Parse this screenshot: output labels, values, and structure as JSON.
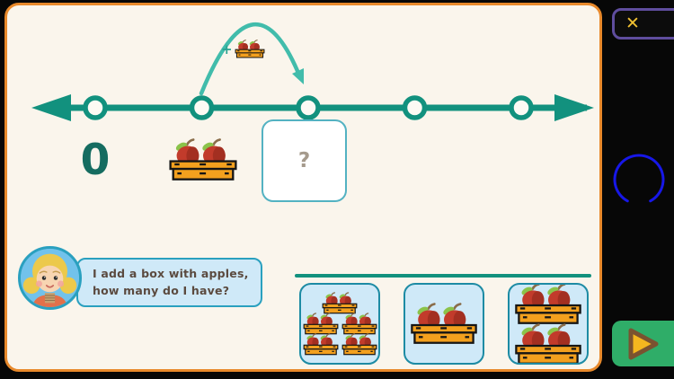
{
  "panel": {
    "bg": "#faf5ec",
    "border_color": "#e8892b"
  },
  "number_line": {
    "color": "#12917e",
    "point_count": 5,
    "start_label": "0",
    "unknown_label": "?",
    "jump_operator": "+",
    "jump_item": "apple-box",
    "start_item": "apple-box"
  },
  "speech": {
    "speaker": "girl-avatar",
    "text": "I add a box with apples, how many do I have?"
  },
  "answers": {
    "cards": [
      {
        "box_count": 5,
        "rows": [
          1,
          2,
          2
        ],
        "size": "small"
      },
      {
        "box_count": 1,
        "rows": [
          1
        ],
        "size": "large"
      },
      {
        "box_count": 2,
        "rows": [
          1,
          1
        ],
        "size": "large"
      }
    ]
  },
  "sidebar": {
    "close_glyph": "✕",
    "close_border_color": "#5f4d9e",
    "close_glyph_color": "#f2c232",
    "ring_color": "#1717e8",
    "next_button_color": "#2fad68",
    "play_triangle_color": "#f4b71f"
  }
}
